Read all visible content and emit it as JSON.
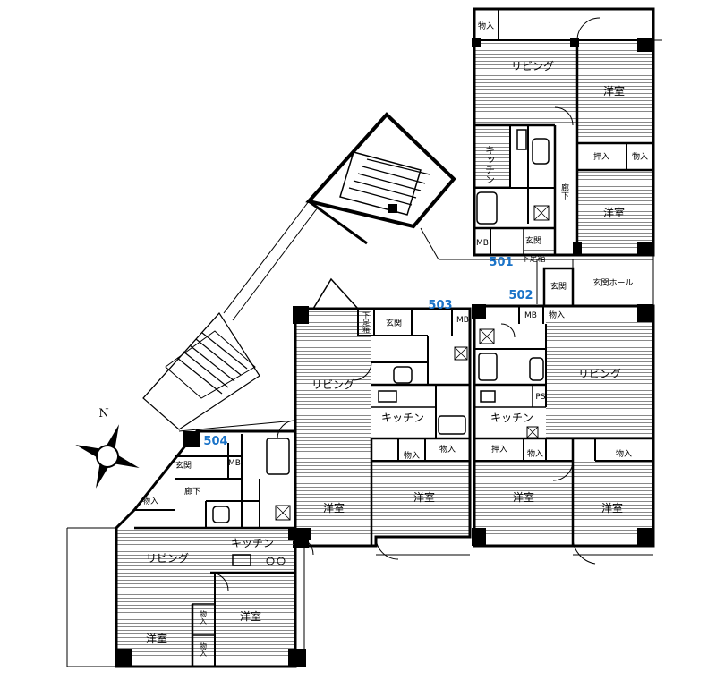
{
  "colors": {
    "unit_label": "#1a73c8",
    "wall": "#000000",
    "floor_hatch": "#555555"
  },
  "compass": {
    "north": "N"
  },
  "units": {
    "u501": "501",
    "u502": "502",
    "u503": "503",
    "u504": "504"
  },
  "rooms": {
    "u501": {
      "storage_top": "物入",
      "living": "リビング",
      "western": "洋室",
      "kitchen": "キッチン",
      "closet_oshiire": "押入",
      "storage_mid": "物入",
      "corridor": "廊下",
      "western2": "洋室",
      "mb": "MB",
      "entrance": "玄関",
      "shoe": "下足箱"
    },
    "common": {
      "entrance_hall": "玄関ホール"
    },
    "u502": {
      "entrance": "玄関",
      "mb": "MB",
      "storage": "物入",
      "living": "リビング",
      "ps": "PS",
      "kitchen": "キッチン",
      "closet_oshiire": "押入",
      "storage2": "物入",
      "storage3": "物入",
      "western": "洋室",
      "western2": "洋室"
    },
    "u503": {
      "shoe": "下足箱",
      "entrance": "玄関",
      "mb": "MB",
      "living": "リビング",
      "kitchen": "キッチン",
      "storage": "物入",
      "storage2": "物入",
      "western": "洋室",
      "western2": "洋室"
    },
    "u504": {
      "entrance": "玄関",
      "mb": "MB",
      "storage": "物入",
      "corridor": "廊下",
      "kitchen": "キッチン",
      "living": "リビング",
      "western": "洋室",
      "western2": "洋室",
      "storage2": "物入",
      "storage3": "物入"
    }
  }
}
